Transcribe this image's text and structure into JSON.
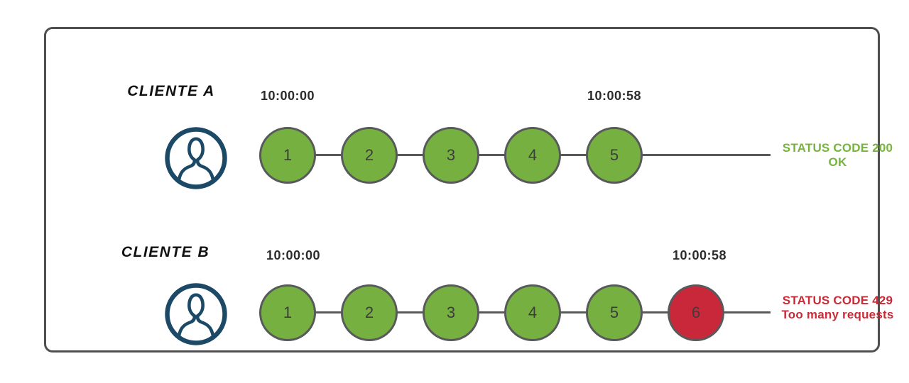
{
  "diagram": {
    "colors": {
      "ok_fill": "#76b041",
      "blocked_fill": "#c9283a",
      "circle_border": "#58595b",
      "line": "#58595b",
      "box_border": "#4f4f4f",
      "avatar": "#1c4966",
      "time_text": "#2b2b2b",
      "client_text": "#111111",
      "number_text": "#3d3d3d",
      "status_ok": "#77b43f",
      "status_error": "#cc2936"
    },
    "rows": [
      {
        "id": "a",
        "client": "CLIENTE A",
        "start_time": "10:00:00",
        "end_time": "10:00:58",
        "requests": [
          {
            "label": "1",
            "state": "ok"
          },
          {
            "label": "2",
            "state": "ok"
          },
          {
            "label": "3",
            "state": "ok"
          },
          {
            "label": "4",
            "state": "ok"
          },
          {
            "label": "5",
            "state": "ok"
          }
        ],
        "status": {
          "line1": "STATUS CODE 200",
          "line2": "OK",
          "type": "ok"
        }
      },
      {
        "id": "b",
        "client": "CLIENTE B",
        "start_time": "10:00:00",
        "end_time": "10:00:58",
        "requests": [
          {
            "label": "1",
            "state": "ok"
          },
          {
            "label": "2",
            "state": "ok"
          },
          {
            "label": "3",
            "state": "ok"
          },
          {
            "label": "4",
            "state": "ok"
          },
          {
            "label": "5",
            "state": "ok"
          },
          {
            "label": "6",
            "state": "blocked"
          }
        ],
        "status": {
          "line1": "STATUS CODE 429",
          "line2": "Too many requests",
          "type": "error"
        }
      }
    ]
  }
}
